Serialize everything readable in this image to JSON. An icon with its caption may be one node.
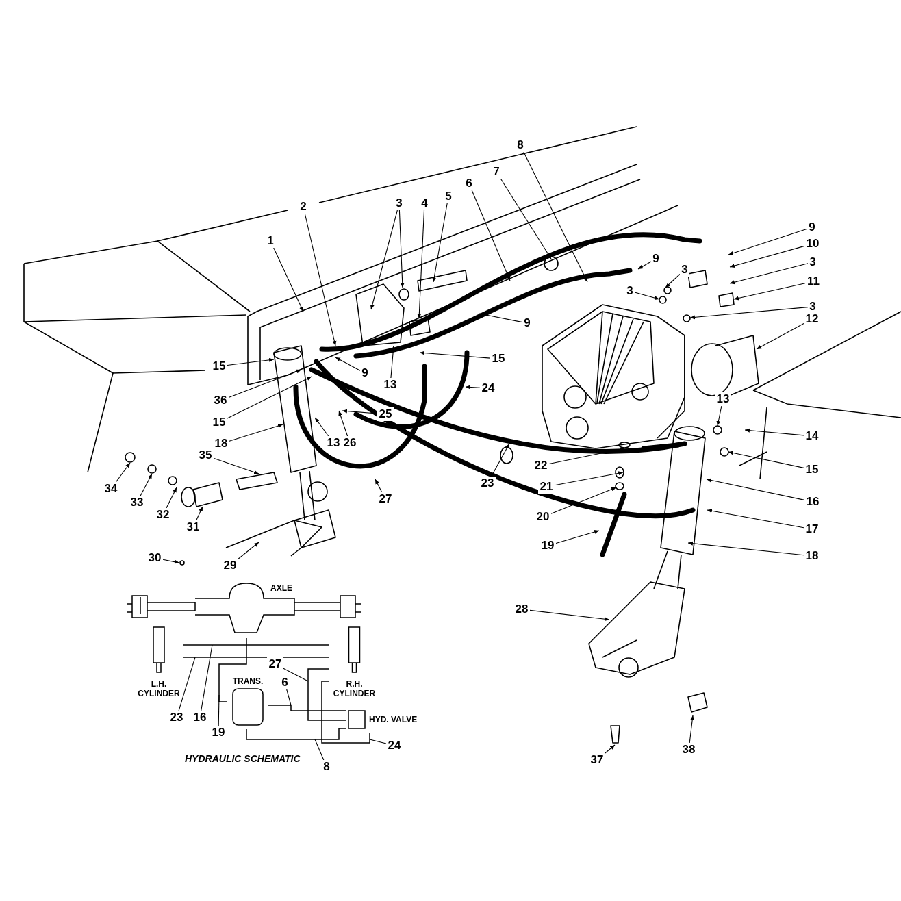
{
  "diagram": {
    "nodes": [
      {
        "text": [
          "8"
        ]
      },
      {
        "text": [
          "7"
        ]
      },
      {
        "text": [
          "6"
        ]
      },
      {
        "text": [
          "5"
        ]
      },
      {
        "text": [
          "3"
        ]
      },
      {
        "text": [
          "4"
        ]
      },
      {
        "text": [
          "2"
        ]
      },
      {
        "text": [
          "9"
        ]
      },
      {
        "text": [
          "1"
        ]
      },
      {
        "text": [
          "10"
        ]
      },
      {
        "text": [
          "9"
        ]
      },
      {
        "text": [
          "3"
        ]
      },
      {
        "text": [
          "3"
        ]
      },
      {
        "text": [
          "11"
        ]
      },
      {
        "text": [
          "3"
        ]
      },
      {
        "text": [
          "3"
        ]
      },
      {
        "text": [
          "9"
        ]
      },
      {
        "text": [
          "12"
        ]
      },
      {
        "text": [
          "15"
        ]
      },
      {
        "text": [
          "15"
        ]
      },
      {
        "text": [
          "9"
        ]
      },
      {
        "text": [
          "13"
        ]
      },
      {
        "text": [
          "24"
        ]
      },
      {
        "text": [
          "13"
        ]
      },
      {
        "text": [
          "36"
        ]
      },
      {
        "text": [
          "25"
        ]
      },
      {
        "text": [
          "15"
        ]
      },
      {
        "text": [
          "14"
        ]
      },
      {
        "text": [
          "18"
        ]
      },
      {
        "text": [
          "13"
        ]
      },
      {
        "text": [
          "26"
        ]
      },
      {
        "text": [
          "35"
        ]
      },
      {
        "text": [
          "22"
        ]
      },
      {
        "text": [
          "15"
        ]
      },
      {
        "text": [
          "23"
        ]
      },
      {
        "text": [
          "21"
        ]
      },
      {
        "text": [
          "34"
        ]
      },
      {
        "text": [
          "27"
        ]
      },
      {
        "text": [
          "33"
        ]
      },
      {
        "text": [
          "16"
        ]
      },
      {
        "text": [
          "32"
        ]
      },
      {
        "text": [
          "20"
        ]
      },
      {
        "text": [
          "31"
        ]
      },
      {
        "text": [
          "17"
        ]
      },
      {
        "text": [
          "19"
        ]
      },
      {
        "text": [
          "30"
        ]
      },
      {
        "text": [
          "18"
        ]
      },
      {
        "text": [
          "29"
        ]
      },
      {
        "text": [
          "28"
        ]
      },
      {
        "text": [
          "38"
        ]
      },
      {
        "text": [
          "37"
        ]
      },
      {
        "text": [
          "AXLE"
        ]
      },
      {
        "text": [
          "L.H. CYLINDER"
        ]
      },
      {
        "text": [
          "R.H. CYLINDER"
        ]
      },
      {
        "text": [
          "27"
        ]
      },
      {
        "text": [
          "TRANS."
        ]
      },
      {
        "text": [
          "6"
        ]
      },
      {
        "text": [
          "HYD. VALVE"
        ]
      },
      {
        "text": [
          "23"
        ]
      },
      {
        "text": [
          "16"
        ]
      },
      {
        "text": [
          "19"
        ]
      },
      {
        "text": [
          "24"
        ]
      },
      {
        "text": [
          "8"
        ]
      }
    ],
    "edges": [
      {
        "from": 0,
        "to": null,
        "arrow": "to"
      },
      {
        "from": 1,
        "to": null,
        "arrow": "to"
      },
      {
        "from": 2,
        "to": null,
        "arrow": "to"
      },
      {
        "from": 3,
        "to": null,
        "arrow": "to"
      },
      {
        "from": 4,
        "to": null,
        "arrow": "to"
      },
      {
        "from": 4,
        "to": null,
        "arrow": "to"
      },
      {
        "from": 5,
        "to": null,
        "arrow": "to"
      },
      {
        "from": 6,
        "to": null,
        "arrow": "to"
      },
      {
        "from": 7,
        "to": null,
        "arrow": "to"
      },
      {
        "from": 8,
        "to": null,
        "arrow": "to"
      },
      {
        "from": 9,
        "to": null,
        "arrow": "to"
      },
      {
        "from": 10,
        "to": null,
        "arrow": "to"
      },
      {
        "from": 11,
        "to": null,
        "arrow": "to"
      },
      {
        "from": 12,
        "to": null,
        "arrow": "to"
      },
      {
        "from": 13,
        "to": null,
        "arrow": "to"
      },
      {
        "from": 14,
        "to": null,
        "arrow": "to"
      },
      {
        "from": 15,
        "to": null,
        "arrow": "to"
      },
      {
        "from": 16,
        "to": null,
        "arrow": "to"
      },
      {
        "from": 17,
        "to": null,
        "arrow": "to"
      },
      {
        "from": 18,
        "to": null,
        "arrow": "to"
      },
      {
        "from": 19,
        "to": null,
        "arrow": "to"
      },
      {
        "from": 20,
        "to": null,
        "arrow": "to"
      },
      {
        "from": 21,
        "to": null,
        "arrow": "to"
      },
      {
        "from": 22,
        "to": null,
        "arrow": "to"
      },
      {
        "from": 23,
        "to": null,
        "arrow": "to"
      },
      {
        "from": 24,
        "to": null,
        "arrow": "to"
      },
      {
        "from": 25,
        "to": null,
        "arrow": "to"
      },
      {
        "from": 26,
        "to": null,
        "arrow": "to"
      },
      {
        "from": 27,
        "to": null,
        "arrow": "to"
      },
      {
        "from": 28,
        "to": null,
        "arrow": "to"
      },
      {
        "from": 29,
        "to": null,
        "arrow": "to"
      },
      {
        "from": 30,
        "to": null,
        "arrow": "to"
      },
      {
        "from": 31,
        "to": null,
        "arrow": "to"
      },
      {
        "from": 32,
        "to": null,
        "arrow": "to"
      },
      {
        "from": 33,
        "to": null,
        "arrow": "to"
      },
      {
        "from": 34,
        "to": null,
        "arrow": "to"
      },
      {
        "from": 35,
        "to": null,
        "arrow": "to"
      },
      {
        "from": 36,
        "to": null,
        "arrow": "to"
      },
      {
        "from": 37,
        "to": null,
        "arrow": "to"
      },
      {
        "from": 38,
        "to": null,
        "arrow": "to"
      },
      {
        "from": 39,
        "to": null,
        "arrow": "to"
      },
      {
        "from": 40,
        "to": null,
        "arrow": "to"
      },
      {
        "from": 41,
        "to": null,
        "arrow": "to"
      },
      {
        "from": 42,
        "to": null,
        "arrow": "to"
      },
      {
        "from": 43,
        "to": null,
        "arrow": "to"
      },
      {
        "from": 44,
        "to": null,
        "arrow": "to"
      },
      {
        "from": 45,
        "to": null,
        "arrow": "to"
      },
      {
        "from": 46,
        "to": null,
        "arrow": "to"
      },
      {
        "from": 47,
        "to": null,
        "arrow": "to"
      },
      {
        "from": 48,
        "to": null,
        "arrow": "to"
      },
      {
        "from": 49,
        "to": null,
        "arrow": "to"
      },
      {
        "from": 50,
        "to": null,
        "arrow": "to"
      },
      {
        "from": 52,
        "to": 53,
        "arrow": "none"
      },
      {
        "from": 52,
        "to": 53,
        "arrow": "none"
      },
      {
        "from": 51,
        "to": 55,
        "arrow": "none"
      },
      {
        "from": 53,
        "to": 57,
        "arrow": "none"
      },
      {
        "from": 55,
        "to": 57,
        "arrow": "none"
      },
      {
        "from": 55,
        "to": 57,
        "arrow": "none"
      },
      {
        "from": 57,
        "to": 53,
        "arrow": "none"
      },
      {
        "from": 54,
        "to": null,
        "arrow": "none"
      },
      {
        "from": 56,
        "to": null,
        "arrow": "none"
      },
      {
        "from": 58,
        "to": null,
        "arrow": "none"
      },
      {
        "from": 59,
        "to": null,
        "arrow": "none"
      },
      {
        "from": 60,
        "to": null,
        "arrow": "none"
      },
      {
        "from": 61,
        "to": null,
        "arrow": "none"
      },
      {
        "from": 62,
        "to": null,
        "arrow": "none"
      }
    ],
    "labels": [
      "HYDRAULIC SCHEMATIC"
    ]
  }
}
